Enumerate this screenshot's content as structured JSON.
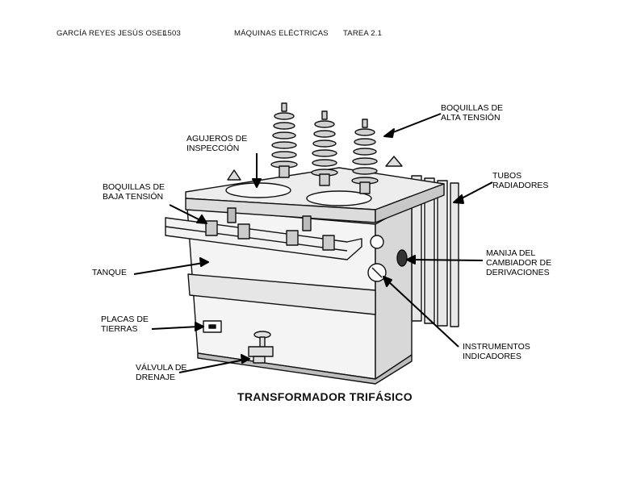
{
  "header": {
    "name": "GARCÍA REYES JESÚS OSEL",
    "group": "1503",
    "course": "MÁQUINAS ELÉCTRICAS",
    "assignment": "TAREA 2.1"
  },
  "figure": {
    "caption": "TRANSFORMADOR TRIFÁSICO",
    "labels": {
      "hv_bushings": [
        "BOQUILLAS DE",
        "ALTA TENSIÓN"
      ],
      "inspection_holes": [
        "AGUJEROS DE",
        "INSPECCIÓN"
      ],
      "lv_bushings": [
        "BOQUILLAS DE",
        "BAJA TENSIÓN"
      ],
      "radiator_tubes": [
        "TUBOS",
        "RADIADORES"
      ],
      "tank": [
        "TANQUE"
      ],
      "tap_changer": [
        "MANIJA DEL",
        "CAMBIADOR DE",
        "DERIVACIONES"
      ],
      "ground_plates": [
        "PLACAS DE",
        "TIERRAS"
      ],
      "indicators": [
        "INSTRUMENTOS",
        "INDICADORES"
      ],
      "drain_valve": [
        "VÁLVULA DE",
        "DRENAJE"
      ]
    }
  }
}
